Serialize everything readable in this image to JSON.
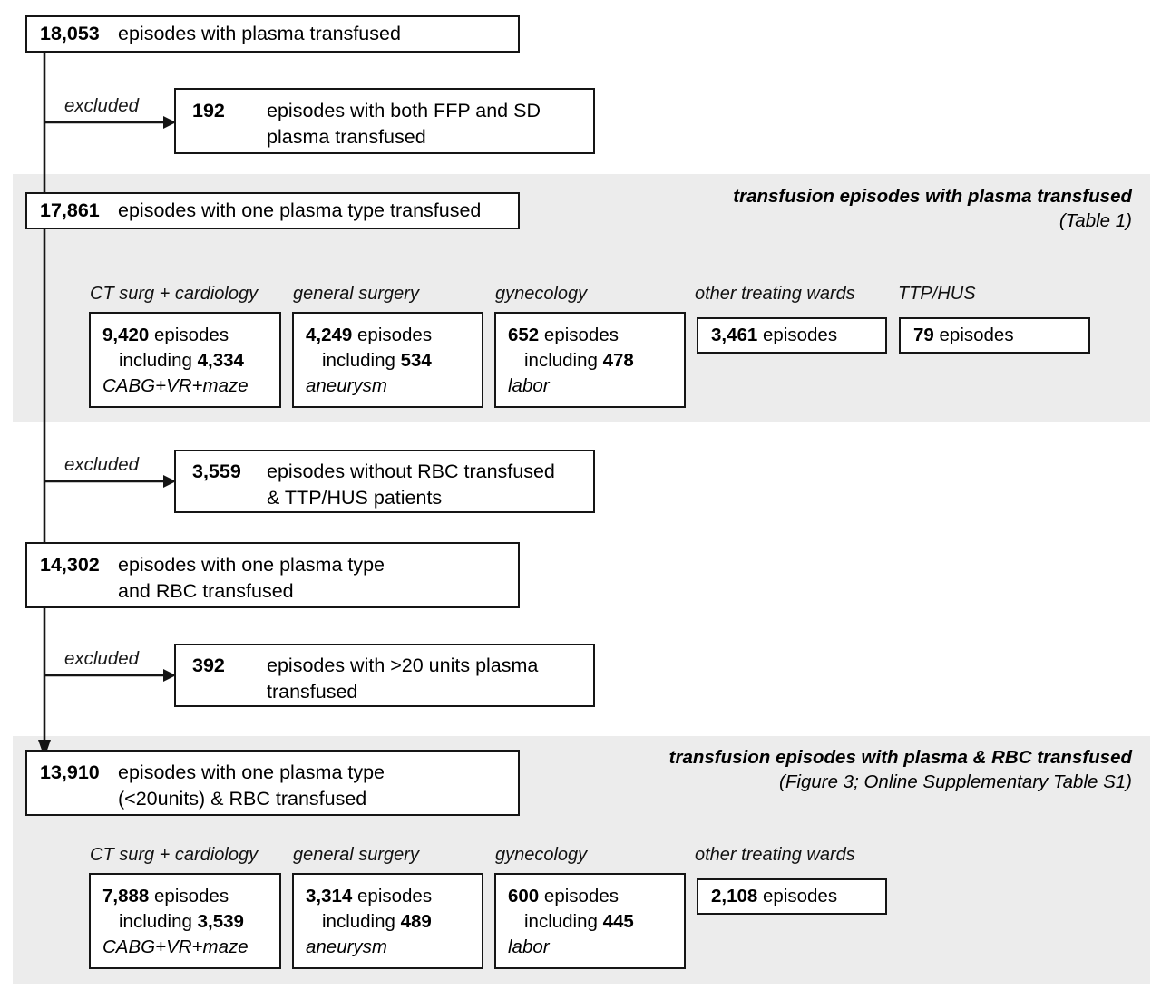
{
  "figure": {
    "type": "flowchart",
    "colors": {
      "band_background": "#ececec",
      "box_border": "#151515",
      "box_background": "#ffffff",
      "text": "#000000"
    }
  },
  "nodes": {
    "start": {
      "count": "18,053",
      "text": "episodes with plasma transfused"
    },
    "excluded_1": {
      "label": "excluded",
      "count": "192",
      "line1": "episodes with both FFP and SD",
      "line2": "plasma transfused"
    },
    "one_plasma_type": {
      "count": "17,861",
      "text": "episodes with one plasma type transfused"
    },
    "excluded_2": {
      "label": "excluded",
      "count": "3,559",
      "line1": "episodes without RBC transfused",
      "line2": "&  TTP/HUS patients"
    },
    "one_plasma_and_rbc": {
      "count": "14,302",
      "line1": "episodes with one plasma type",
      "line2": "and RBC transfused"
    },
    "excluded_3": {
      "label": "excluded",
      "count": "392",
      "line1": "episodes with >20 units plasma",
      "line2": "transfused"
    },
    "final": {
      "count": "13,910",
      "line1": "episodes with one plasma type",
      "line2": "(<20units) & RBC transfused"
    }
  },
  "section_1": {
    "caption_line1": "transfusion episodes with plasma transfused",
    "caption_line2": "(Table 1)",
    "wards": [
      {
        "label": "CT surg + cardiology",
        "count": "9,420",
        "unit": "episodes",
        "including_word": "including",
        "including_count": "4,334",
        "subtype": "CABG+VR+maze"
      },
      {
        "label": "general surgery",
        "count": "4,249",
        "unit": "episodes",
        "including_word": "including",
        "including_count": "534",
        "subtype": "aneurysm"
      },
      {
        "label": "gynecology",
        "count": "652",
        "unit": "episodes",
        "including_word": "including",
        "including_count": "478",
        "subtype": "labor"
      },
      {
        "label": "other treating wards",
        "count": "3,461",
        "unit": "episodes"
      },
      {
        "label": "TTP/HUS",
        "count": "79",
        "unit": "episodes"
      }
    ]
  },
  "section_2": {
    "caption_line1": "transfusion episodes with plasma & RBC transfused",
    "caption_line2": "(Figure 3; Online Supplementary Table S1)",
    "wards": [
      {
        "label": "CT surg + cardiology",
        "count": "7,888",
        "unit": "episodes",
        "including_word": "including",
        "including_count": "3,539",
        "subtype": "CABG+VR+maze"
      },
      {
        "label": "general surgery",
        "count": "3,314",
        "unit": "episodes",
        "including_word": "including",
        "including_count": "489",
        "subtype": "aneurysm"
      },
      {
        "label": "gynecology",
        "count": "600",
        "unit": "episodes",
        "including_word": "including",
        "including_count": "445",
        "subtype": "labor"
      },
      {
        "label": "other treating wards",
        "count": "2,108",
        "unit": "episodes"
      }
    ]
  }
}
